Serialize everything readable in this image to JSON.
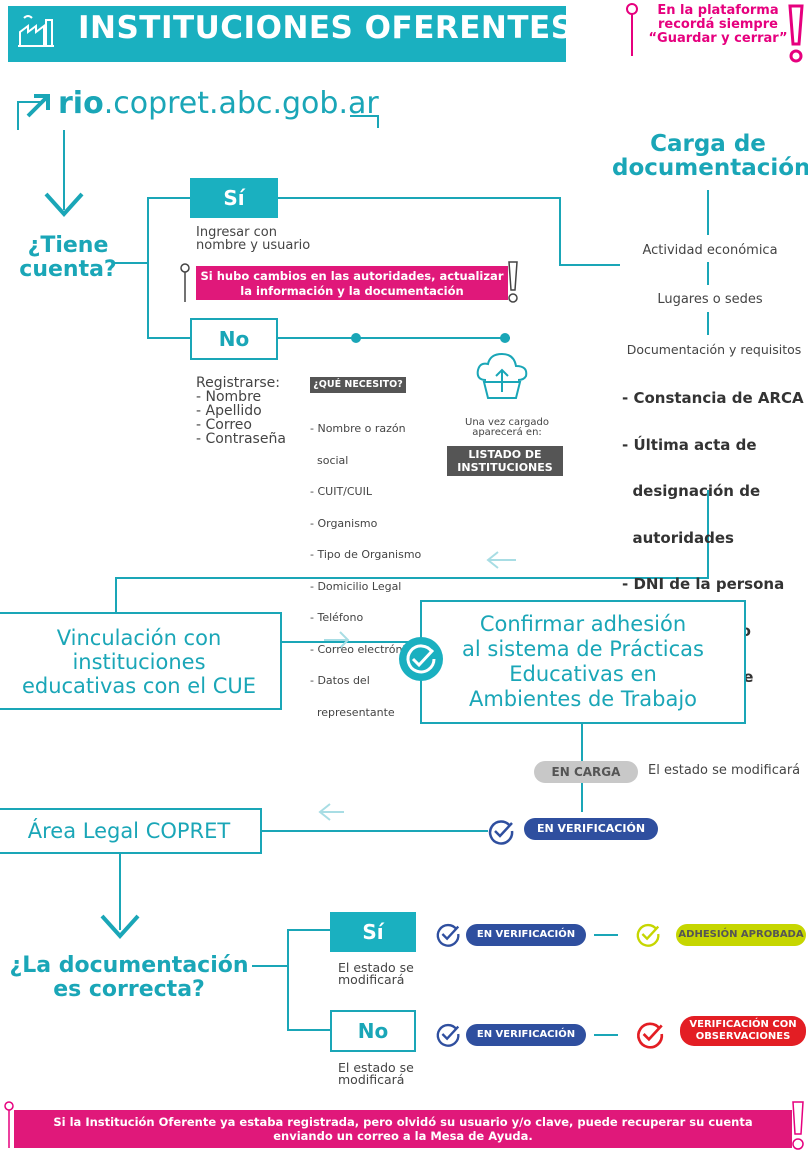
{
  "header": {
    "title": "INSTITUCIONES OFERENTES"
  },
  "reminder": {
    "line1": "En la plataforma",
    "line2": "recordá siempre",
    "line3": "“Guardar y cerrar”"
  },
  "url": {
    "bold": "rio",
    "rest": ".copret.abc.gob.ar"
  },
  "tiene_cuenta": {
    "line1": "¿Tiene",
    "line2": "cuenta?"
  },
  "si_label": "Sí",
  "si_text": {
    "line1": "Ingresar con",
    "line2": "nombre y usuario"
  },
  "si_alert": {
    "line1": "Si hubo cambios en las autoridades, actualizar",
    "line2": "la información y la documentación"
  },
  "no_label": "No",
  "registrarse": {
    "title": "Registrarse:",
    "items": [
      "- Nombre",
      "- Apellido",
      "- Correo",
      "- Contraseña"
    ]
  },
  "que_necesito": {
    "title": "¿QUÉ NECESITO?",
    "items": [
      "- Nombre o razón",
      "  social",
      "- CUIT/CUIL",
      "- Organismo",
      "- Tipo de Organismo",
      "- Domicilio Legal",
      "- Teléfono",
      "- Correo electrónico",
      "- Datos del",
      "  representante"
    ]
  },
  "listado": {
    "caption1": "Una vez cargado",
    "caption2": "aparecerá en:",
    "box1": "LISTADO DE",
    "box2": "INSTITUCIONES"
  },
  "carga": {
    "title1": "Carga de",
    "title2": "documentación",
    "step1": "Actividad económica",
    "step2": "Lugares o sedes",
    "step3": "Documentación y requisitos",
    "req": [
      "- Constancia de ARCA",
      "- Última acta de",
      "  designación de",
      "  autoridades",
      "- DNI de la persona",
      "  cargada como",
      "  representante"
    ]
  },
  "confirmar": {
    "l1": "Confirmar adhesión",
    "l2": "al sistema de Prácticas",
    "l3": "Educativas en",
    "l4": "Ambientes de Trabajo"
  },
  "vinculacion": {
    "l1": "Vinculación con",
    "l2": "instituciones",
    "l3": "educativas con el CUE"
  },
  "estado": {
    "en_carga": "EN CARGA",
    "modificara": "El estado se modificará",
    "en_verificacion": "EN VERIFICACIÓN"
  },
  "legal": {
    "label": "Área Legal COPRET"
  },
  "doc_correcta": {
    "line1": "¿La documentación",
    "line2": "es correcta?"
  },
  "resultado": {
    "si": "Sí",
    "no": "No",
    "nota1": "El estado se",
    "nota2": "modificará",
    "en_verificacion": "EN VERIFICACIÓN",
    "aprobada": "ADHESIÓN APROBADA",
    "obs1": "VERIFICACIÓN CON",
    "obs2": "OBSERVACIONES"
  },
  "footer": {
    "line1": "Si la Institución Oferente ya estaba registrada, pero olvidó su usuario y/o clave, puede recuperar su cuenta",
    "line2": "enviando un correo a la Mesa de Ayuda."
  },
  "colors": {
    "teal": "#1ab0c0",
    "pink": "#e0187a",
    "blue": "#2f4f9f",
    "green": "#c6d600",
    "red": "#e31e24",
    "grey": "#c8c8c8"
  }
}
